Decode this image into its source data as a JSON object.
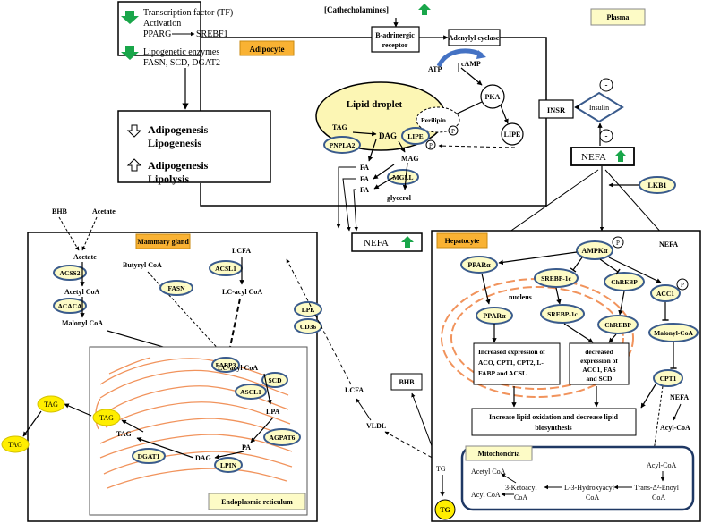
{
  "labels": {
    "catecholamines": "[Cathecholamines]",
    "plasma": "Plasma",
    "adipocyte": "Adipocyte",
    "tf_line1": "Transcription factor (TF)",
    "tf_line2": "Activation",
    "tf_pparg": "PPARG",
    "tf_srebf1": "SREBF1",
    "lipo_line1": "Lipogenetic enzymes",
    "lipo_line2": "FASN, SCD, DGAT2",
    "adipogenesis_down": "Adipogenesis",
    "lipogenesis_down": "Lipogenesis",
    "adipogenesis_up": "Adipogenesis",
    "lipolysis_up": "Lipolysis",
    "b_adrenergic_1": "B-adrinergic",
    "b_adrenergic_2": "receptor",
    "adenylyl_cyclase": "Adenylyl cyclase",
    "atp": "ATP",
    "camp": "cAMP",
    "pka": "PKA",
    "lipe_circle": "LIPE",
    "insr": "INSR",
    "insulin": "Insulin",
    "minus": "-",
    "lipid_droplet": "Lipid droplet",
    "tag_ad": "TAG",
    "pnpla2": "PNPLA2",
    "perilipin": "Perilipin",
    "p": "P",
    "dag_ad": "DAG",
    "lipe": "LIPE",
    "mag": "MAG",
    "mgll": "MGLL",
    "fa1": "FA",
    "fa2": "FA",
    "fa3": "FA",
    "glycerol": "glycerol",
    "nefa_main": "NEFA",
    "nefa_plasma": "NEFA",
    "lkb1": "LKB1",
    "mammary_gland": "Mammary gland",
    "bhb_mg": "BHB",
    "acetate_top": "Acetate",
    "acetate_mg": "Acetate",
    "acss2": "ACSS2",
    "acetyl_coa_mg": "Acetyl CoA",
    "acaca": "ACACA",
    "malonyl_coa_mg": "Malonyl CoA",
    "butyryl_coa": "Butyryl CoA",
    "fasn": "FASN",
    "lcfa_mg": "LCFA",
    "acsl1": "ACSL1",
    "lc_acyl_coa1": "LC-acyl CoA",
    "lpl": "LPL",
    "cd36": "CD36",
    "fabp3": "FABP3",
    "lc_acyl_coa2": "LC-acyl CoA",
    "scd": "SCD",
    "ascl1": "ASCL1",
    "lpa": "LPA",
    "agpat6": "AGPAT6",
    "pa": "PA",
    "tag_mg": "TAG",
    "dgat1": "DGAT1",
    "dag_mg": "DAG",
    "lpin": "LPIN",
    "er": "Endoplasmic reticulum",
    "tag_yellow1": "TAG",
    "tag_yellow2": "TAG",
    "tag_yellow3": "TAG",
    "lcfa_mid": "LCFA",
    "vldl": "VLDL",
    "bhb_mid": "BHB",
    "hepatocyte": "Hepatocyte",
    "nefa_hep": "NEFA",
    "ampka": "AMPKα",
    "ppara1": "PPARα",
    "srebp1c_1": "SREBP-1c",
    "chrebp1": "ChREBP",
    "acc1": "ACC1",
    "nucleus": "nucleus",
    "ppara2": "PPARα",
    "srebp1c_2": "SREBP-1c",
    "chrebp2": "ChREBP",
    "malonyl_coa_hep": "Malonyl-CoA",
    "inc_expr_1": "Increased expression of",
    "inc_expr_2": "ACO, CPT1, CPT2, L-",
    "inc_expr_3": "FABP and ACSL",
    "dec_expr_1": "decreased",
    "dec_expr_2": "expression of",
    "dec_expr_3": "ACC1, FAS",
    "dec_expr_4": "and SCD",
    "cpt1": "CPT1",
    "nefa_hep2": "NEFA",
    "acyl_coa_hep": "Acyl-CoA",
    "increase_ox_1": "Increase lipid oxidation and decrease lipid",
    "increase_ox_2": "biosynthesis",
    "mitochondria": "Mitochondria",
    "acyl_coa_mito": "Acyl-CoA",
    "acetyl_coa_mito": "Acetyl CoA",
    "ketoacyl_1": "3-Ketoacyl",
    "ketoacyl_2": "CoA",
    "hydroxy_1": "L-3-Hydroxyacyl",
    "hydroxy_2": "CoA",
    "trans_1": "Trans-Δ²-Enoyl",
    "trans_2": "CoA",
    "acyl_coa_mito2": "Acyl CoA",
    "tg_label": "TG",
    "tg_circle": "TG"
  },
  "colors": {
    "green": "#19a64a",
    "orange_box": "#f9b233",
    "pale_yellow": "#fdfbc6",
    "droplet": "#fcf6b4",
    "yellow": "#ffee00",
    "er_orange": "#f1935c",
    "enzyme_border": "#3a5b8c",
    "navy": "#1f3864"
  }
}
